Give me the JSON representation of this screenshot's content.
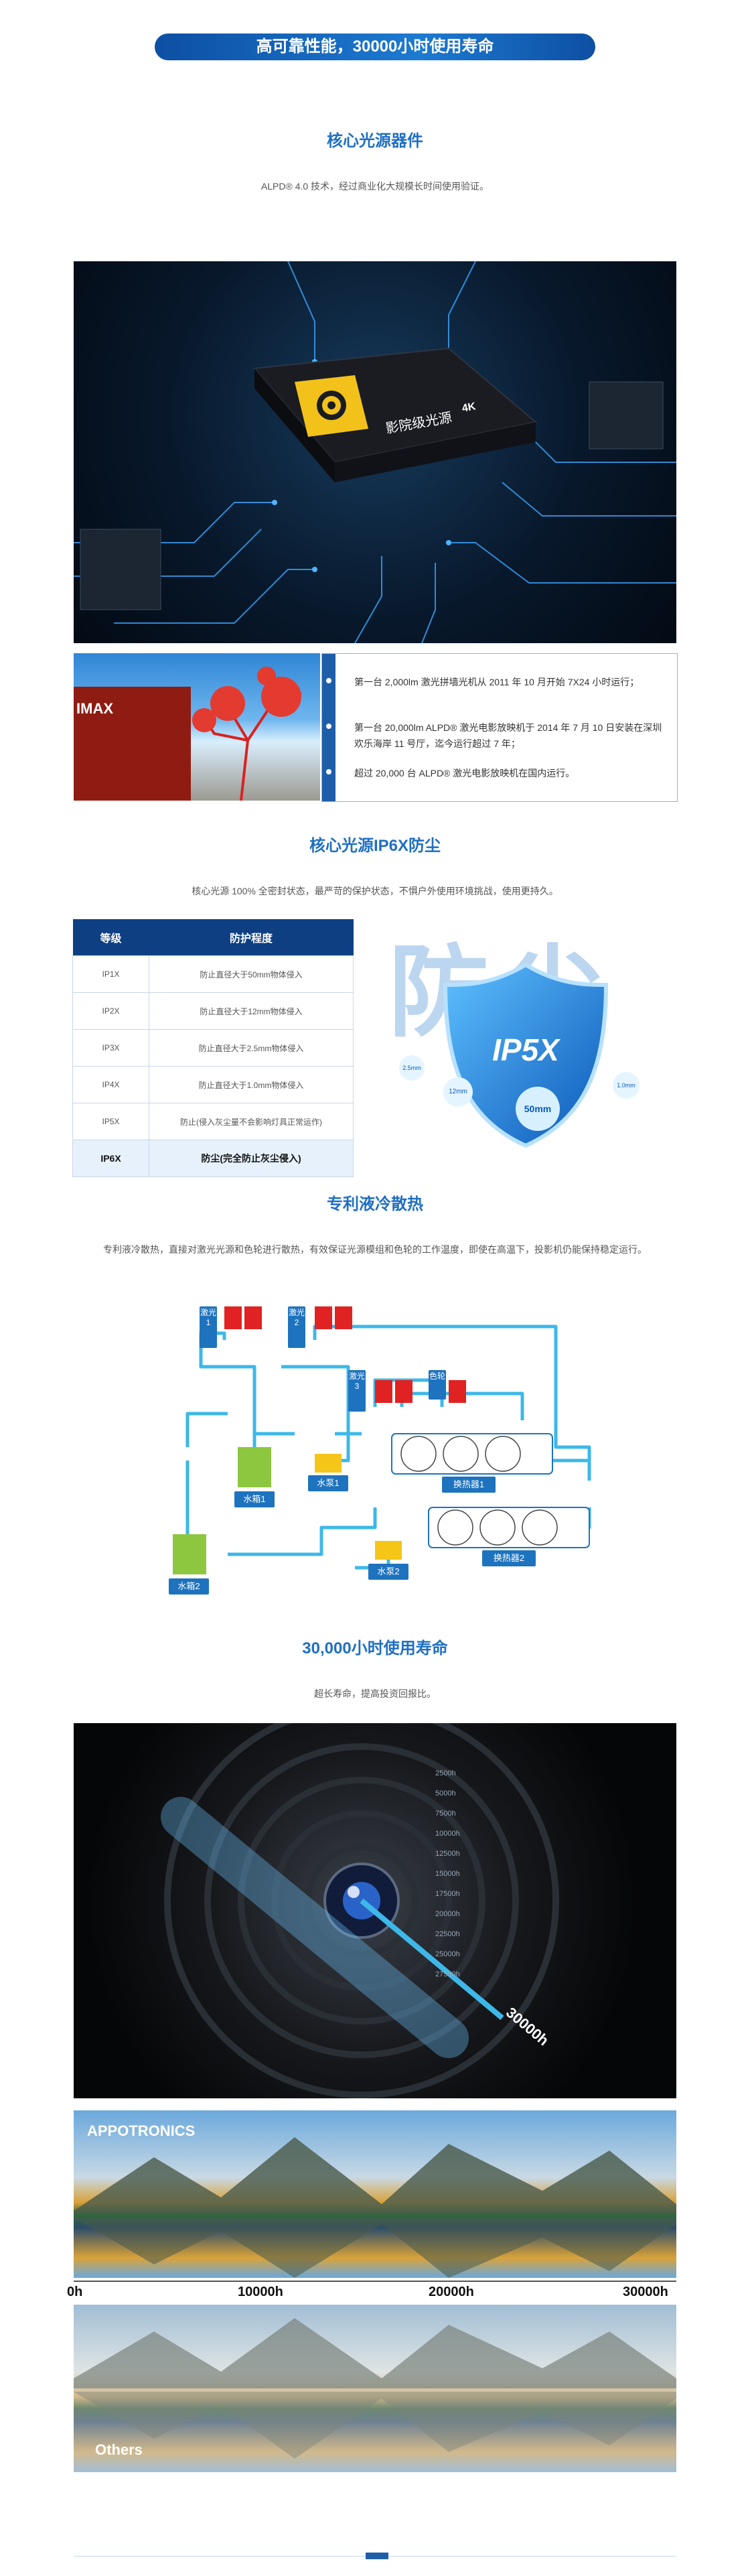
{
  "header": {
    "title": "高可靠性能，30000小时使用寿命"
  },
  "section1": {
    "title": "核心光源器件",
    "subtitle": "ALPD® 4.0 技术，经过商业化大规模长时间使用验证。",
    "chip_brand": "影院级光源",
    "chip_badge": "4K",
    "bullets": [
      "第一台 2,000lm 激光拼墙光机从 2011 年 10 月开始 7X24 小时运行；",
      "第一台 20,000lm ALPD® 激光电影放映机于 2014 年 7 月 10 日安装在深圳欢乐海岸 11 号厅，迄今运行超过 7 年；",
      "超过 20,000 台 ALPD® 激光电影放映机在国内运行。"
    ],
    "imax_sign": "IMAX"
  },
  "section2": {
    "title": "核心光源IP6X防尘",
    "subtitle": "核心光源 100% 全密封状态，最严苛的保护状态，不惧户外使用环境挑战，使用更持久。",
    "table_headers": [
      "等级",
      "防护程度"
    ],
    "table_rows": [
      [
        "IP1X",
        "防止直径大于50mm物体侵入"
      ],
      [
        "IP2X",
        "防止直径大于12mm物体侵入"
      ],
      [
        "IP3X",
        "防止直径大于2.5mm物体侵入"
      ],
      [
        "IP4X",
        "防止直径大于1.0mm物体侵入"
      ],
      [
        "IP5X",
        "防止(侵入灰尘量不会影响灯具正常运作)"
      ],
      [
        "IP6X",
        "防尘(完全防止灰尘侵入)"
      ]
    ],
    "dust_word": "防尘",
    "shield_label": "IP5X",
    "particles": [
      "50mm",
      "12mm",
      "2.5mm",
      "1.0mm"
    ]
  },
  "section3": {
    "title": "专利液冷散热",
    "subtitle": "专利液冷散热，直接对激光光源和色轮进行散热，有效保证光源模组和色轮的工作温度，即使在高温下，投影机仍能保持稳定运行。",
    "labels": {
      "laser1": "激光1",
      "laser2": "激光2",
      "laser3": "激光3",
      "wheel": "色轮",
      "tank1": "水箱1",
      "pump1": "水泵1",
      "hx1": "换热器1",
      "tank2": "水箱2",
      "pump2": "水泵2",
      "hx2": "换热器2"
    }
  },
  "section4": {
    "title": "30,000小时使用寿命",
    "subtitle": "超长寿命，提高投资回报比。",
    "lens_ticks": [
      "2500h",
      "5000h",
      "7500h",
      "10000h",
      "12500h",
      "15000h",
      "17500h",
      "20000h",
      "22500h",
      "25000h",
      "27500h"
    ],
    "lens_label": "30000h",
    "brand_top": "APPOTRONICS",
    "brand_bottom": "Others",
    "timeline": [
      "0h",
      "10000h",
      "20000h",
      "30000h"
    ]
  },
  "colors": {
    "primary": "#1f6fc3",
    "dark_blue": "#0e3f82",
    "cyan": "#3db8e8"
  }
}
